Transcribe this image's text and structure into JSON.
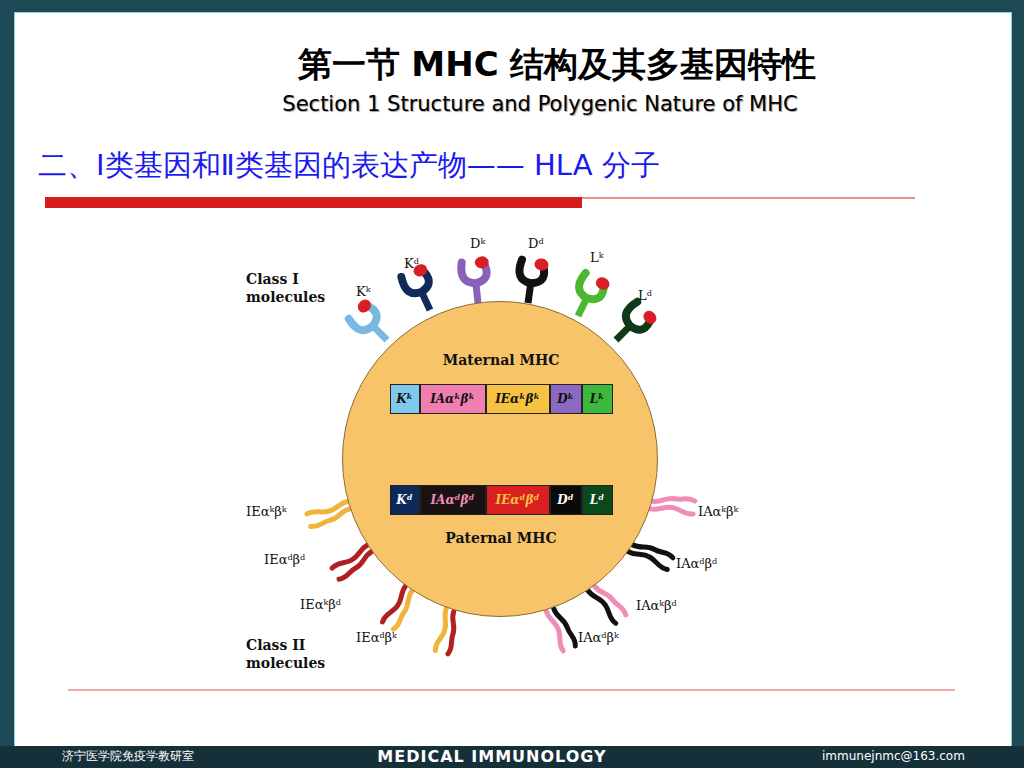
{
  "diagram": {
    "title": "第一节  MHC 结构及其多基因特性",
    "nodes": [
      {
        "text": [
          "Maternal MHC",
          "Paternal MHC"
        ]
      },
      {
        "text": [
          "Kᵏ"
        ],
        "in": 0
      },
      {
        "text": [
          "IAαᵏβᵏ"
        ],
        "in": 0
      },
      {
        "text": [
          "IEαᵏβᵏ"
        ],
        "in": 0
      },
      {
        "text": [
          "Dᵏ"
        ],
        "in": 0
      },
      {
        "text": [
          "Lᵏ"
        ],
        "in": 0
      },
      {
        "text": [
          "Kᵈ"
        ],
        "in": 0
      },
      {
        "text": [
          "IAαᵈβᵈ"
        ],
        "in": 0
      },
      {
        "text": [
          "IEαᵈβᵈ"
        ],
        "in": 0
      },
      {
        "text": [
          "Dᵈ"
        ],
        "in": 0
      },
      {
        "text": [
          "Lᵈ"
        ],
        "in": 0
      }
    ],
    "labels": [
      "Section 1  Structure and Polygenic Nature of MHC",
      "二、Ⅰ类基因和Ⅱ类基因的表达产物—— HLA 分子",
      "Class I molecules",
      "Class II molecules",
      "Kᵏ",
      "Kᵈ",
      "Dᵏ",
      "Dᵈ",
      "Lᵏ",
      "Lᵈ",
      "IEαᵏβᵏ",
      "IEαᵈβᵈ",
      "IEαᵏβᵈ",
      "IEαᵈβᵏ",
      "IAαᵏβᵏ",
      "IAαᵈβᵈ",
      "IAαᵏβᵈ",
      "IAαᵈβᵏ",
      "济宁医学院免疫学教研室",
      "MEDICAL IMMUNOLOGY",
      "immunejnmc@163.com"
    ]
  }
}
